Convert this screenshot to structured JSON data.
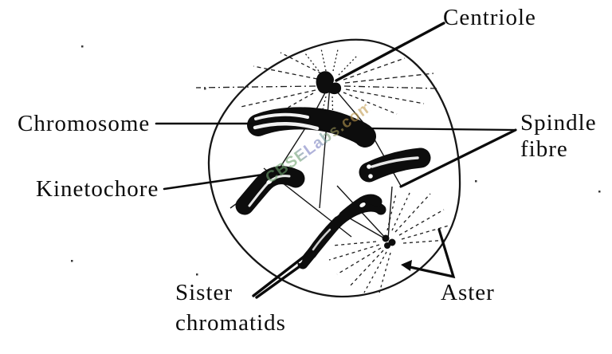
{
  "watermark": {
    "text": "CBSELabs.com"
  },
  "labels": {
    "centriole": {
      "text": "Centriole"
    },
    "chromosome": {
      "text": "Chromosome"
    },
    "kinetochore": {
      "text": "Kinetochore"
    },
    "spindle_fibre": {
      "line1": "Spindle",
      "line2": "fibre"
    },
    "sister_chromatids": {
      "line1": "Sister",
      "line2": "chromatids"
    },
    "aster": {
      "text": "Aster"
    }
  },
  "colors": {
    "ink": "#0d0d0d",
    "background": "#ffffff",
    "watermark_green": "#6fa36f",
    "watermark_blue": "#7b80c2",
    "watermark_orange": "#c09a4e"
  }
}
